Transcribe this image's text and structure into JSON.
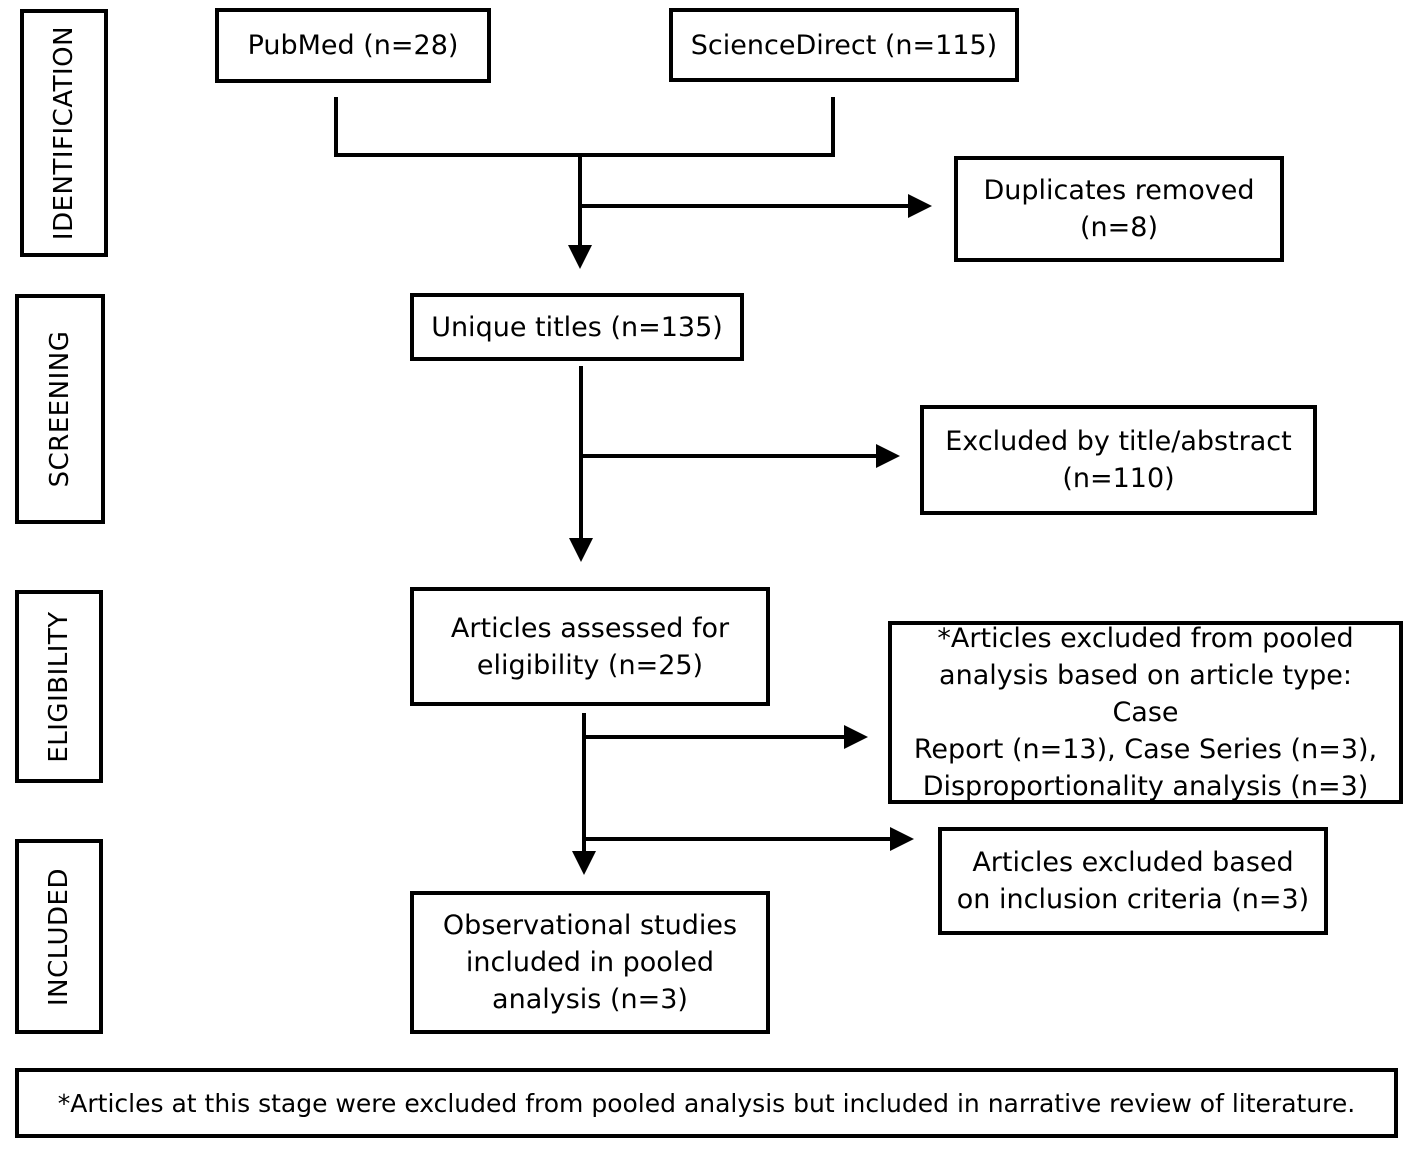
{
  "stages": {
    "identification": "IDENTIFICATION",
    "screening": "SCREENING",
    "eligibility": "ELIGIBILITY",
    "included": "INCLUDED"
  },
  "boxes": {
    "pubmed": {
      "line1": "PubMed (n=28)"
    },
    "sciencedirect": {
      "line1": "ScienceDirect (n=115)"
    },
    "duplicates": {
      "line1": "Duplicates removed",
      "line2": "(n=8)"
    },
    "unique_titles": {
      "line1": "Unique titles (n=135)"
    },
    "excluded_title": {
      "line1": "Excluded by title/abstract",
      "line2": "(n=110)"
    },
    "assessed": {
      "line1": "Articles assessed for",
      "line2": "eligibility (n=25)"
    },
    "excluded_type": {
      "line1": "*Articles excluded from pooled",
      "line2": "analysis based on article type: Case",
      "line3": "Report (n=13), Case Series (n=3),",
      "line4": "Disproportionality analysis (n=3)"
    },
    "excluded_criteria": {
      "line1": "Articles excluded based",
      "line2": "on inclusion criteria (n=3)"
    },
    "included_studies": {
      "line1": "Observational studies",
      "line2": "included in pooled",
      "line3": "analysis (n=3)"
    }
  },
  "footnote": "*Articles at this stage were excluded from pooled analysis but included in narrative review of literature."
}
